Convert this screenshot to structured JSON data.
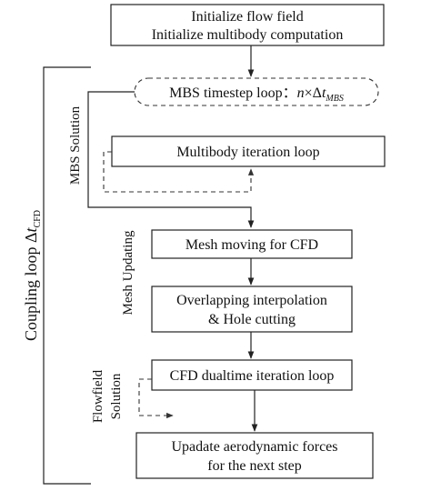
{
  "init": {
    "line1": "Initialize flow field",
    "line2": "Initialize multibody computation"
  },
  "mbs_timestep": {
    "text": "MBS timestep loop：",
    "n": "n",
    "times": "×Δ",
    "t": "t",
    "sub": "MBS"
  },
  "multibody_loop": "Multibody iteration loop",
  "mesh_moving": "Mesh moving for CFD",
  "overlap": {
    "line1": "Overlapping interpolation",
    "line2": "& Hole cutting"
  },
  "cfd_loop": "CFD dualtime iteration loop",
  "update": {
    "line1": "Upadate aerodynamic forces",
    "line2": "for the next step"
  },
  "side_labels": {
    "mbs_solution": "MBS Solution",
    "mesh_updating": "Mesh Updating",
    "flowfield": "Flowfield",
    "solution": "Solution"
  },
  "coupling": {
    "text": "Coupling loop  Δ",
    "t": "t",
    "sub": "CFD"
  }
}
